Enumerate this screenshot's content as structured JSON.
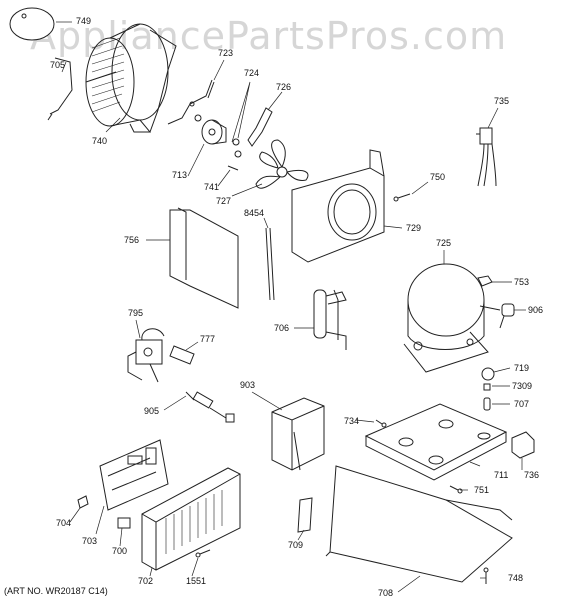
{
  "watermark": "AppliancePartsPros.com",
  "art_number": "(ART NO. WR20187 C14)",
  "callouts": [
    {
      "id": "749",
      "label": "749"
    },
    {
      "id": "705",
      "label": "705"
    },
    {
      "id": "723",
      "label": "723"
    },
    {
      "id": "724",
      "label": "724"
    },
    {
      "id": "726",
      "label": "726"
    },
    {
      "id": "740",
      "label": "740"
    },
    {
      "id": "713",
      "label": "713"
    },
    {
      "id": "741",
      "label": "741"
    },
    {
      "id": "727",
      "label": "727"
    },
    {
      "id": "735",
      "label": "735"
    },
    {
      "id": "750",
      "label": "750"
    },
    {
      "id": "8454",
      "label": "8454"
    },
    {
      "id": "756",
      "label": "756"
    },
    {
      "id": "729",
      "label": "729"
    },
    {
      "id": "725",
      "label": "725"
    },
    {
      "id": "753",
      "label": "753"
    },
    {
      "id": "906",
      "label": "906"
    },
    {
      "id": "795",
      "label": "795"
    },
    {
      "id": "777",
      "label": "777"
    },
    {
      "id": "706",
      "label": "706"
    },
    {
      "id": "719",
      "label": "719"
    },
    {
      "id": "7309",
      "label": "7309"
    },
    {
      "id": "707",
      "label": "707"
    },
    {
      "id": "903",
      "label": "903"
    },
    {
      "id": "905",
      "label": "905"
    },
    {
      "id": "734",
      "label": "734"
    },
    {
      "id": "711",
      "label": "711"
    },
    {
      "id": "736",
      "label": "736"
    },
    {
      "id": "751",
      "label": "751"
    },
    {
      "id": "704",
      "label": "704"
    },
    {
      "id": "703",
      "label": "703"
    },
    {
      "id": "700",
      "label": "700"
    },
    {
      "id": "709",
      "label": "709"
    },
    {
      "id": "702",
      "label": "702"
    },
    {
      "id": "1551",
      "label": "1551"
    },
    {
      "id": "708",
      "label": "708"
    },
    {
      "id": "748",
      "label": "748"
    }
  ]
}
